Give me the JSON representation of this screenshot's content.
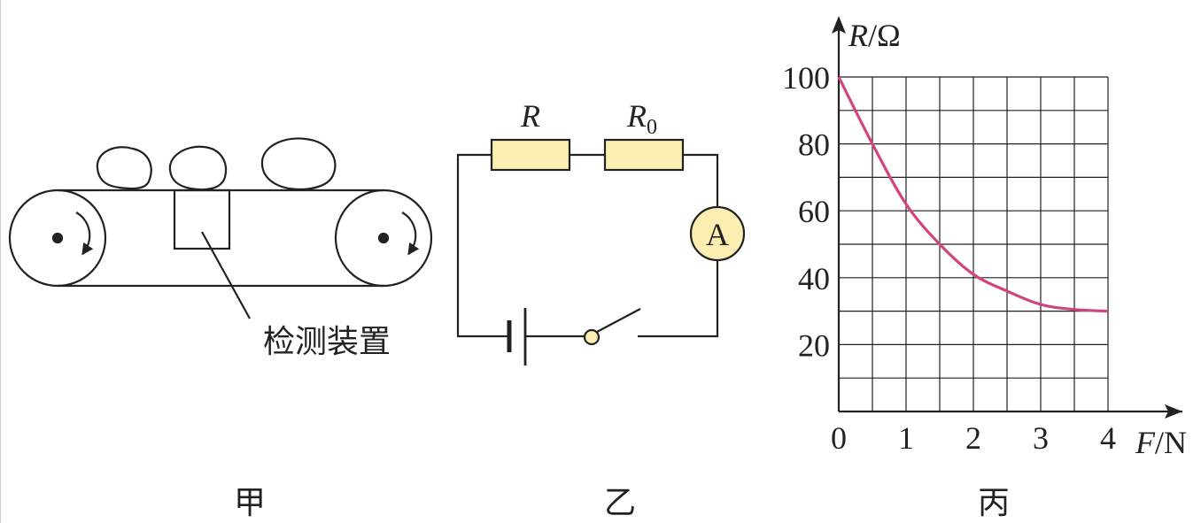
{
  "figure_a": {
    "caption": "甲",
    "device_label": "检测装置"
  },
  "figure_b": {
    "caption": "乙",
    "resistor_r_label": "R",
    "resistor_r0_label_main": "R",
    "resistor_r0_label_sub": "0",
    "ammeter_label": "A"
  },
  "figure_c": {
    "caption": "丙",
    "ylabel_var": "R",
    "ylabel_unit": "/Ω",
    "xlabel_var": "F",
    "xlabel_unit": "/N"
  },
  "colors": {
    "curve": "#d0457f",
    "component_fill": "#fbeeb0",
    "stroke": "#222222"
  },
  "chart_data": {
    "type": "line",
    "xlabel": "F/N",
    "ylabel": "R/Ω",
    "xlim": [
      0,
      4
    ],
    "ylim": [
      0,
      100
    ],
    "x_ticks": [
      "0",
      "1",
      "2",
      "3",
      "4"
    ],
    "y_ticks": [
      "20",
      "40",
      "60",
      "80",
      "100"
    ],
    "grid": true,
    "x_grid_step": 0.5,
    "y_grid_step": 10,
    "series": [
      {
        "x": [
          0,
          0.5,
          1,
          1.5,
          2,
          2.5,
          3,
          3.5,
          4
        ],
        "values": [
          100,
          80,
          62,
          50,
          41,
          36,
          32,
          30.5,
          30
        ]
      }
    ]
  }
}
